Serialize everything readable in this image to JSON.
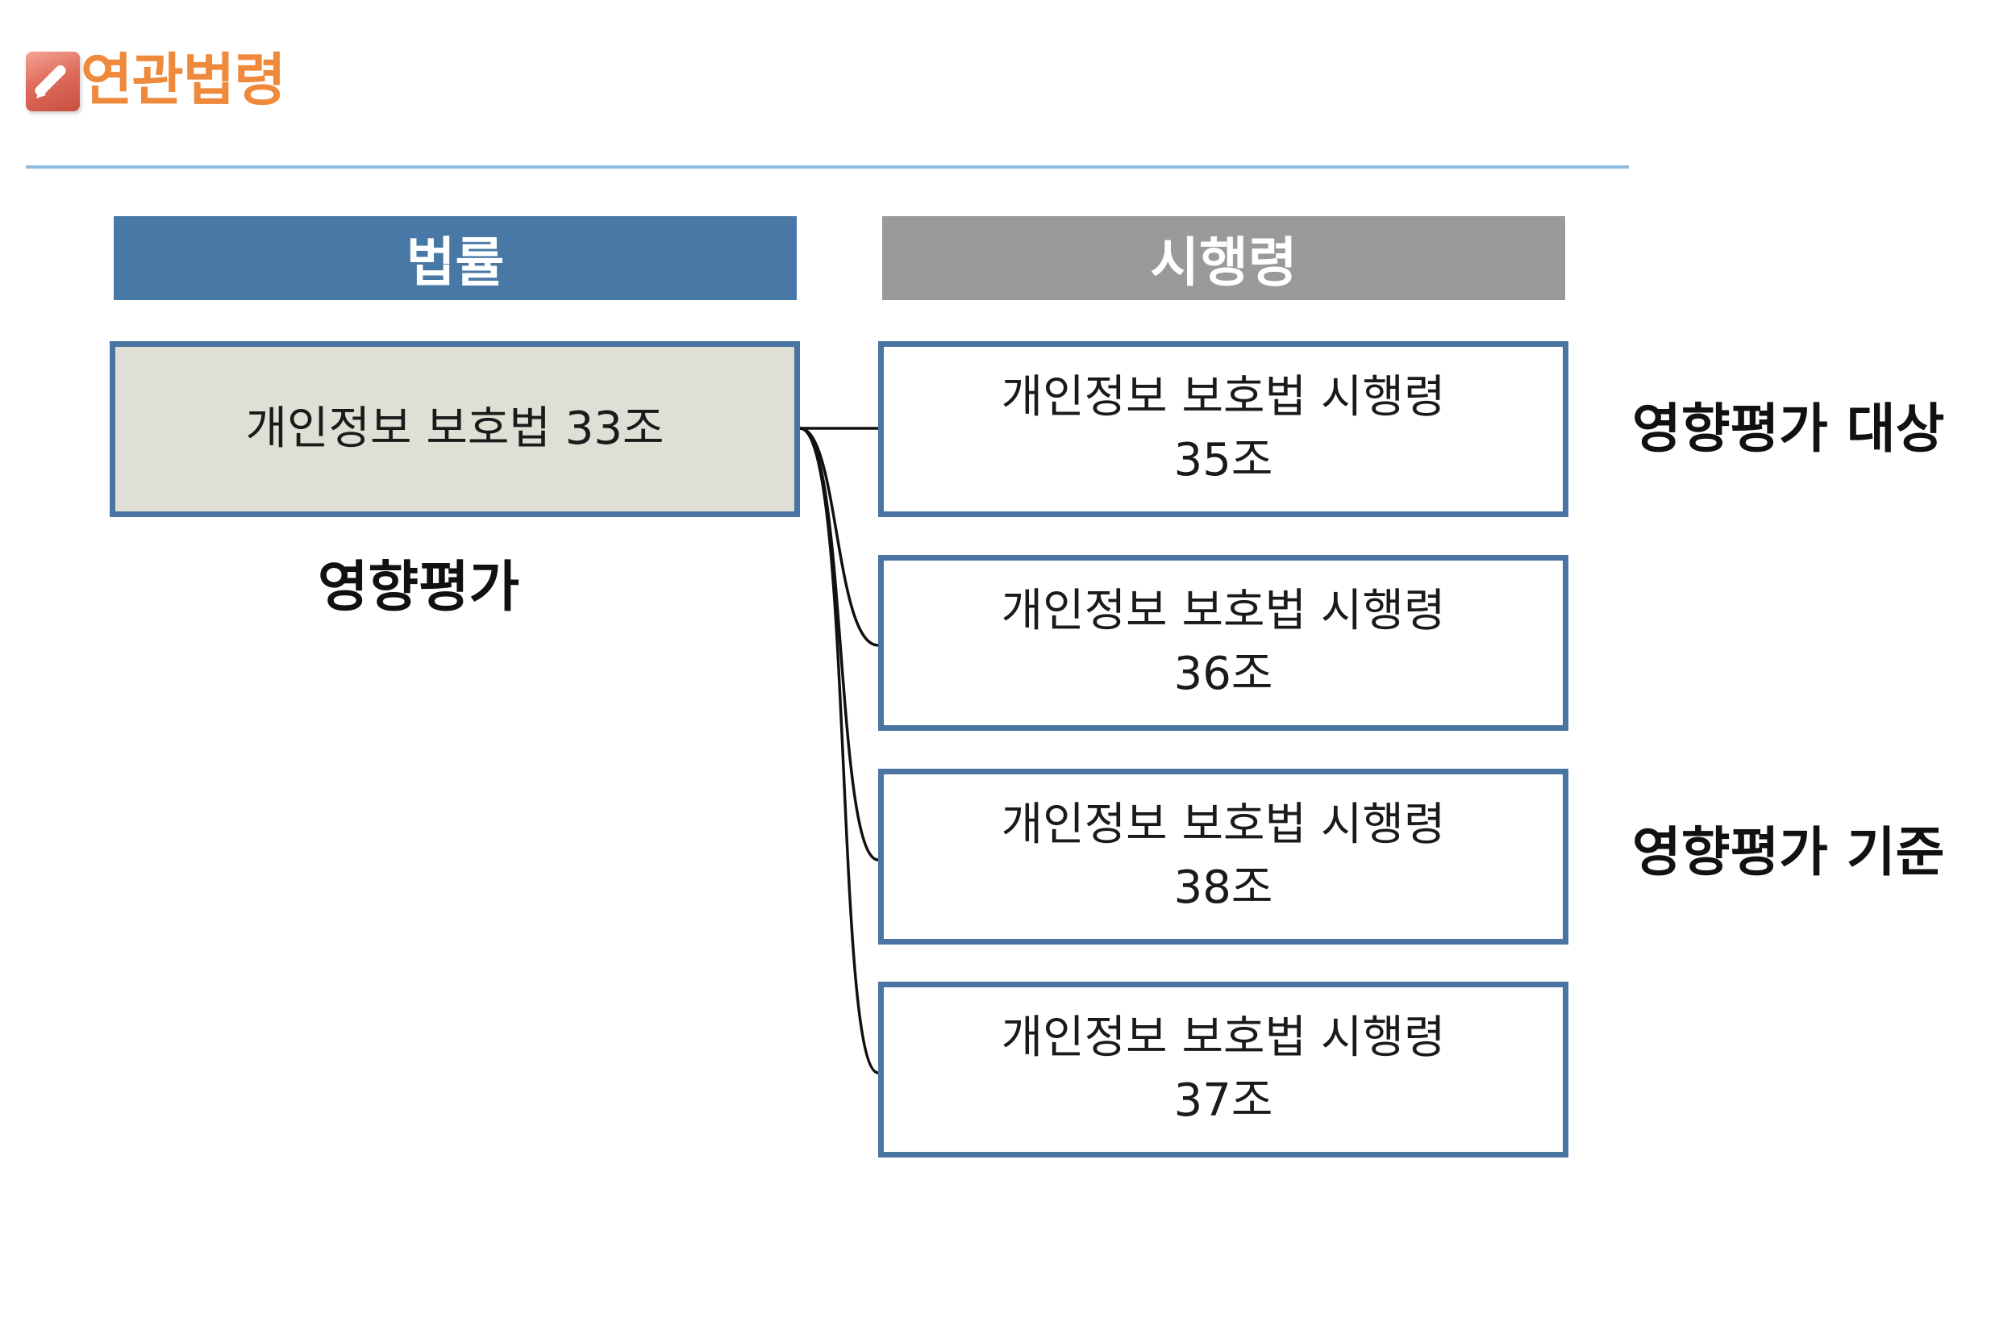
{
  "page": {
    "title": "연관법령",
    "title_icon": "pencil-icon"
  },
  "headers": {
    "law": "법률",
    "decree": "시행령"
  },
  "law_box": {
    "text": "개인정보 보호법 33조",
    "caption": "영향평가"
  },
  "decree_boxes": [
    {
      "text": "개인정보 보호법 시행령 35조"
    },
    {
      "text": "개인정보 보호법 시행령 36조"
    },
    {
      "text": "개인정보 보호법 시행령 38조"
    },
    {
      "text": "개인정보 보호법 시행령 37조"
    }
  ],
  "side_labels": [
    {
      "text": "영향평가 대상"
    },
    {
      "text": "영향평가 기준"
    }
  ],
  "colors": {
    "title": "#ef8a3c",
    "rule": "#8dbbe0",
    "law_header": "#4878a6",
    "decree_header": "#9a9a9a",
    "box_border": "#4a74a2",
    "law_box_fill": "#dfdfd5"
  }
}
